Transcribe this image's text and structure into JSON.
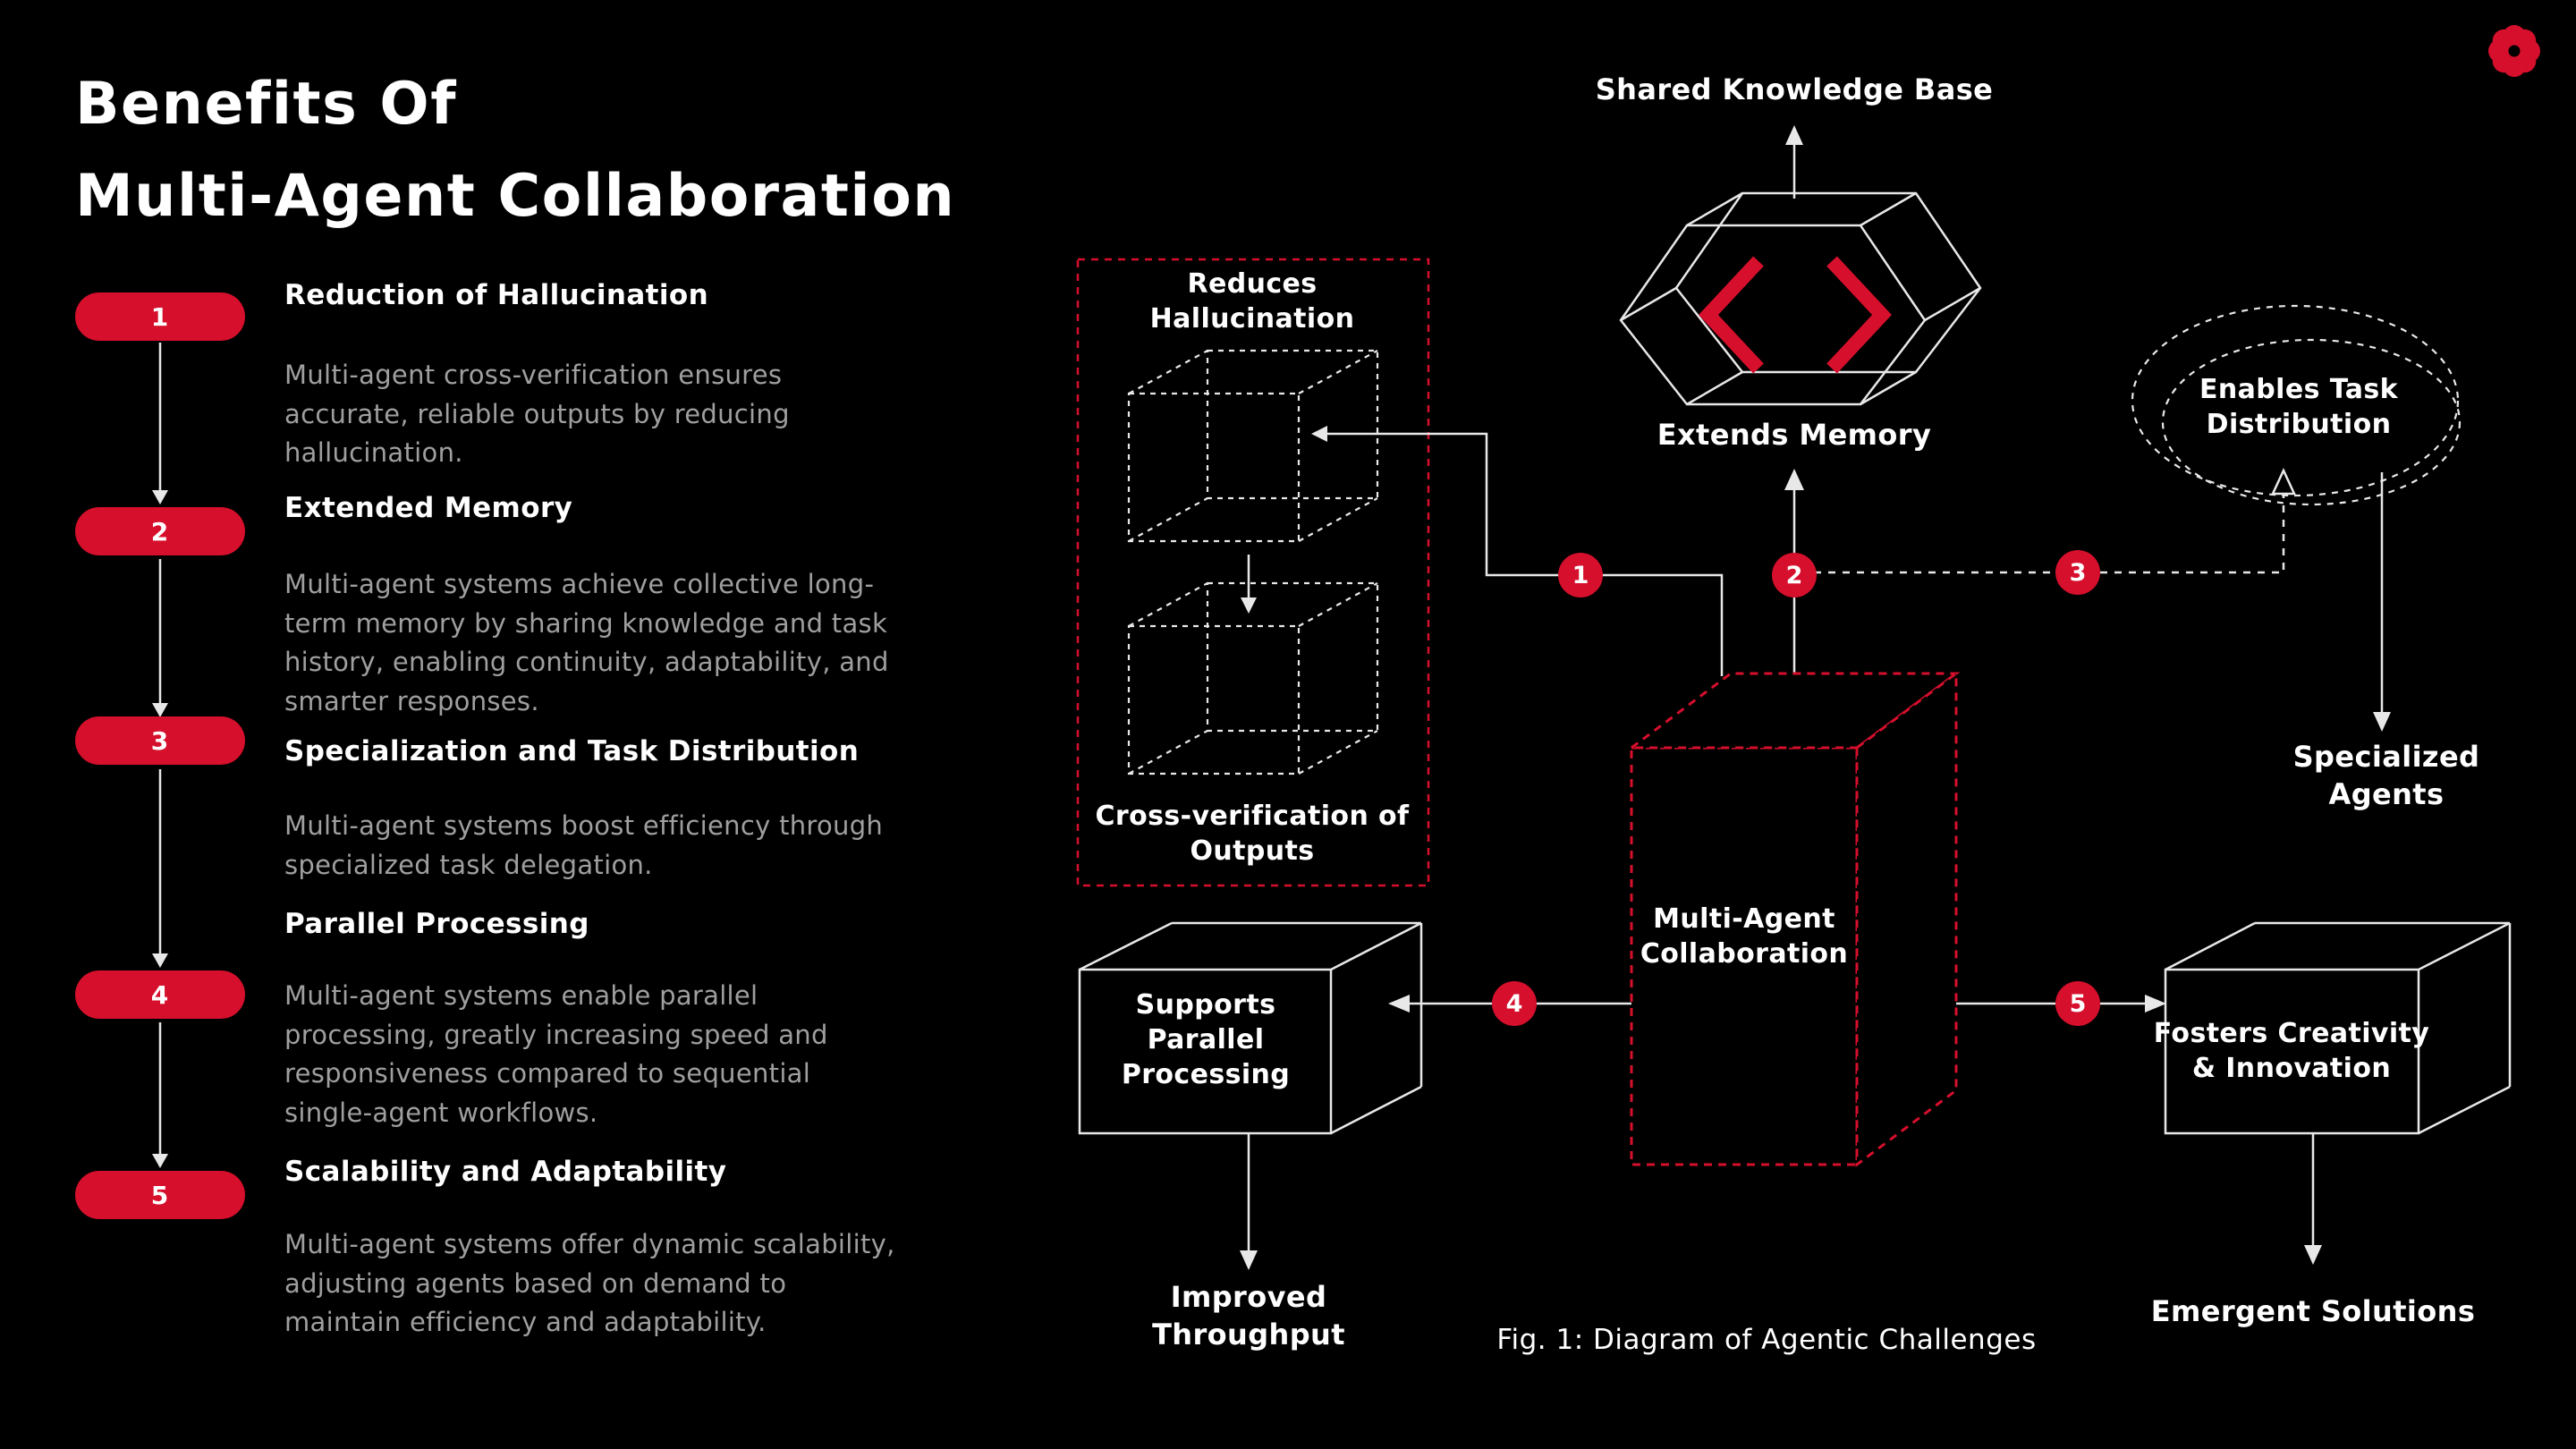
{
  "page": {
    "title_lines": [
      "Benefits Of",
      "Multi-Agent Collaboration"
    ],
    "caption": "Fig. 1: Diagram of Agentic Challenges"
  },
  "colors": {
    "background": "#000000",
    "accent_red": "#d60f2c",
    "text": "#ffffff",
    "muted_text": "#9f9f9f"
  },
  "benefits": [
    {
      "number": "1",
      "heading": "Reduction of Hallucination",
      "description": "Multi-agent cross-verification ensures accurate, reliable outputs by reducing hallucination."
    },
    {
      "number": "2",
      "heading": "Extended Memory",
      "description": "Multi-agent systems achieve collective long-term memory by sharing knowledge and task history, enabling continuity, adaptability, and smarter responses."
    },
    {
      "number": "3",
      "heading": "Specialization and Task Distribution",
      "description": "Multi-agent systems boost efficiency through specialized task delegation."
    },
    {
      "number": "4",
      "heading": "Parallel Processing",
      "description": "Multi-agent systems enable parallel processing, greatly increasing speed and responsiveness compared to sequential single-agent workflows."
    },
    {
      "number": "5",
      "heading": "Scalability and Adaptability",
      "description": "Multi-agent systems offer dynamic scalability, adjusting agents based on demand to maintain efficiency and adaptability."
    }
  ],
  "diagram": {
    "center_label": "Multi-Agent Collaboration",
    "shared_knowledge_base": "Shared Knowledge Base",
    "extends_memory": "Extends Memory",
    "reduces_hallucination": "Reduces Hallucination",
    "cross_verification": "Cross-verification of Outputs",
    "enables_task_distribution": "Enables Task Distribution",
    "specialized_agents": "Specialized Agents",
    "supports_parallel": "Supports Parallel Processing",
    "improved_throughput": "Improved Throughput",
    "fosters_creativity": "Fosters Creativity & Innovation",
    "emergent_solutions": "Emergent Solutions",
    "markers": [
      "1",
      "2",
      "3",
      "4",
      "5"
    ]
  }
}
